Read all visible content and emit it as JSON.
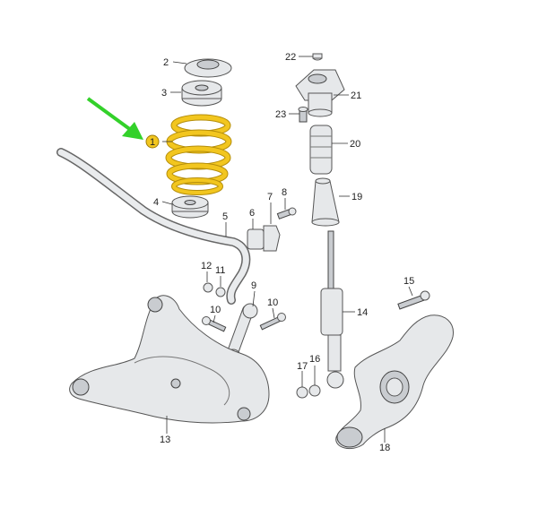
{
  "callouts": {
    "c1": "1",
    "c2": "2",
    "c3": "3",
    "c4": "4",
    "c5": "5",
    "c6": "6",
    "c7": "7",
    "c8": "8",
    "c9": "9",
    "c10a": "10",
    "c10b": "10",
    "c11": "11",
    "c12": "12",
    "c13": "13",
    "c14": "14",
    "c15": "15",
    "c16": "16",
    "c17": "17",
    "c18": "18",
    "c19": "19",
    "c20": "20",
    "c21": "21",
    "c22": "22",
    "c23": "23"
  },
  "colors": {
    "highlight": "#f2c61f",
    "arrow": "#33d12a",
    "parts": "#e6e8ea",
    "outline": "#444444"
  },
  "icons": {
    "pointer": "green-arrow-icon"
  }
}
